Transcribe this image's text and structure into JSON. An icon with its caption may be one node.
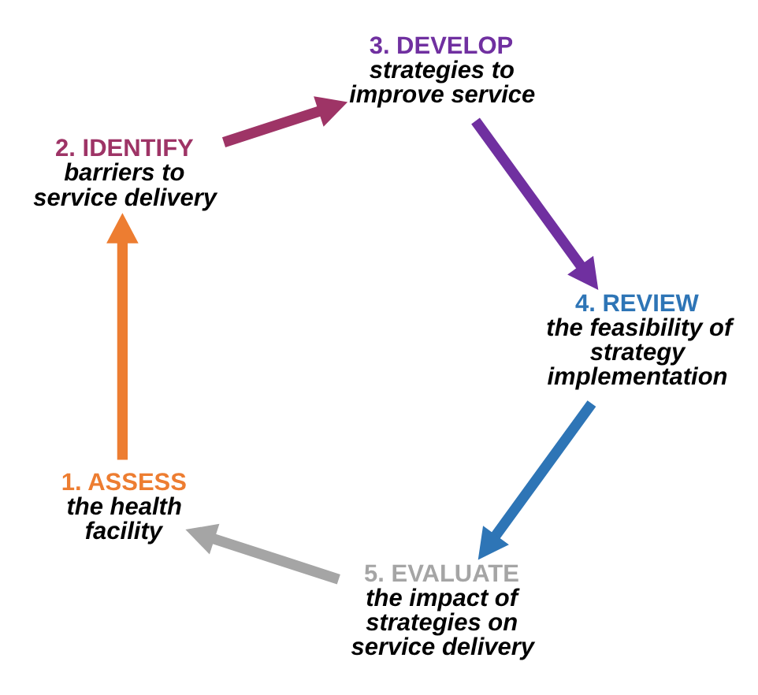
{
  "diagram": {
    "nodes": [
      {
        "text": [
          "5. EVALUATE",
          "the impact of strategies on service delivery"
        ]
      },
      {
        "text": [
          "1. ASSESS",
          "the health facility"
        ]
      },
      {
        "text": [
          "4. REVIEW",
          "the feasibility of strategy implementation"
        ]
      },
      {
        "text": [
          "2. IDENTIFY",
          "barriers to service delivery"
        ]
      },
      {
        "text": [
          "3. DEVELOP",
          "strategies to improve service"
        ]
      }
    ],
    "edges": [
      {
        "from": 0,
        "to": 1,
        "arrow": "to",
        "color": "#a5a5a5"
      },
      {
        "from": 1,
        "to": 3,
        "arrow": "to",
        "color": "#ed7d31"
      },
      {
        "from": 3,
        "to": 4,
        "arrow": "to",
        "color": "#9e3466"
      },
      {
        "from": 4,
        "to": 2,
        "arrow": "to",
        "color": "#7030a0"
      },
      {
        "from": 2,
        "to": 0,
        "arrow": "to",
        "color": "#2e75b6"
      }
    ]
  }
}
